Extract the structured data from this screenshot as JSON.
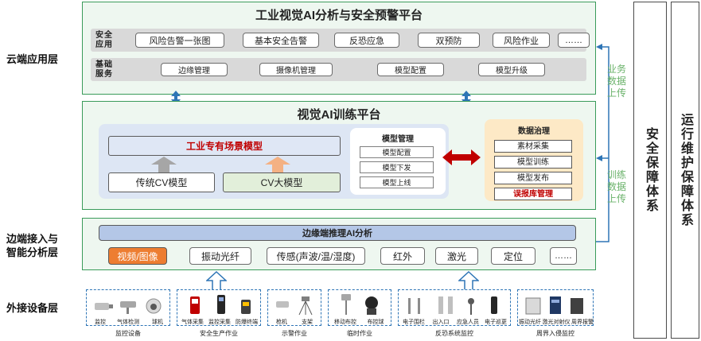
{
  "layers": {
    "cloud": "云端应用层",
    "edge": "边端接入与\n智能分析层",
    "external": "外接设备层"
  },
  "platform": {
    "title": "工业视觉AI分析与安全预警平台",
    "security_row_label": "安全应用",
    "security_items": [
      "风险告警一张图",
      "基本安全告警",
      "反恐应急",
      "双预防",
      "风险作业",
      "……"
    ],
    "basic_row_label": "基础服务",
    "basic_items": [
      "边缘管理",
      "摄像机管理",
      "模型配置",
      "模型升级"
    ]
  },
  "training": {
    "title": "视觉AI训练平台",
    "industrial_model": "工业专有场景模型",
    "traditional_cv": "传统CV模型",
    "cv_large": "CV大模型",
    "model_mgmt_title": "模型管理",
    "model_mgmt_items": [
      "模型配置",
      "模型下发",
      "模型上线"
    ],
    "data_gov_title": "数据治理",
    "data_gov_items": [
      "素材采集",
      "模型训练",
      "模型发布",
      "误报库管理"
    ]
  },
  "edge": {
    "title": "边缘端推理AI分析",
    "inputs": [
      "视频/图像",
      "振动光纤",
      "传感(声波/温/湿度)",
      "红外",
      "激光",
      "定位",
      "……"
    ]
  },
  "upload": {
    "business": "业务数据上传",
    "training": "训练数据上传"
  },
  "systems": {
    "security": "安全保障体系",
    "ops": "运行维护保障体系"
  },
  "devices": [
    {
      "caption": "监控设备",
      "items": [
        "监控",
        "气体检测",
        "球机"
      ]
    },
    {
      "caption": "安全生产作业",
      "items": [
        "气体采集",
        "监控采集",
        "防爆终端"
      ]
    },
    {
      "caption": "示警作业",
      "items": [
        "枪机",
        "支架"
      ]
    },
    {
      "caption": "临时作业",
      "items": [
        "移动布控",
        "布控球"
      ]
    },
    {
      "caption": "反恐系统监控",
      "items": [
        "电子围栏",
        "出入口",
        "应急人员",
        "电子巡更"
      ]
    },
    {
      "caption": "周界入侵监控",
      "items": [
        "振动光纤",
        "激光对射仪",
        "周界报警"
      ]
    }
  ],
  "colors": {
    "panel_border": "#3a9b5a",
    "panel_fill": "#eef7f0",
    "accent_red": "#c00000",
    "arrow_blue": "#2e75b6",
    "upload_text": "#6ab26a",
    "edge_bar": "#b4c7e7",
    "video_fill": "#ed7d31"
  }
}
